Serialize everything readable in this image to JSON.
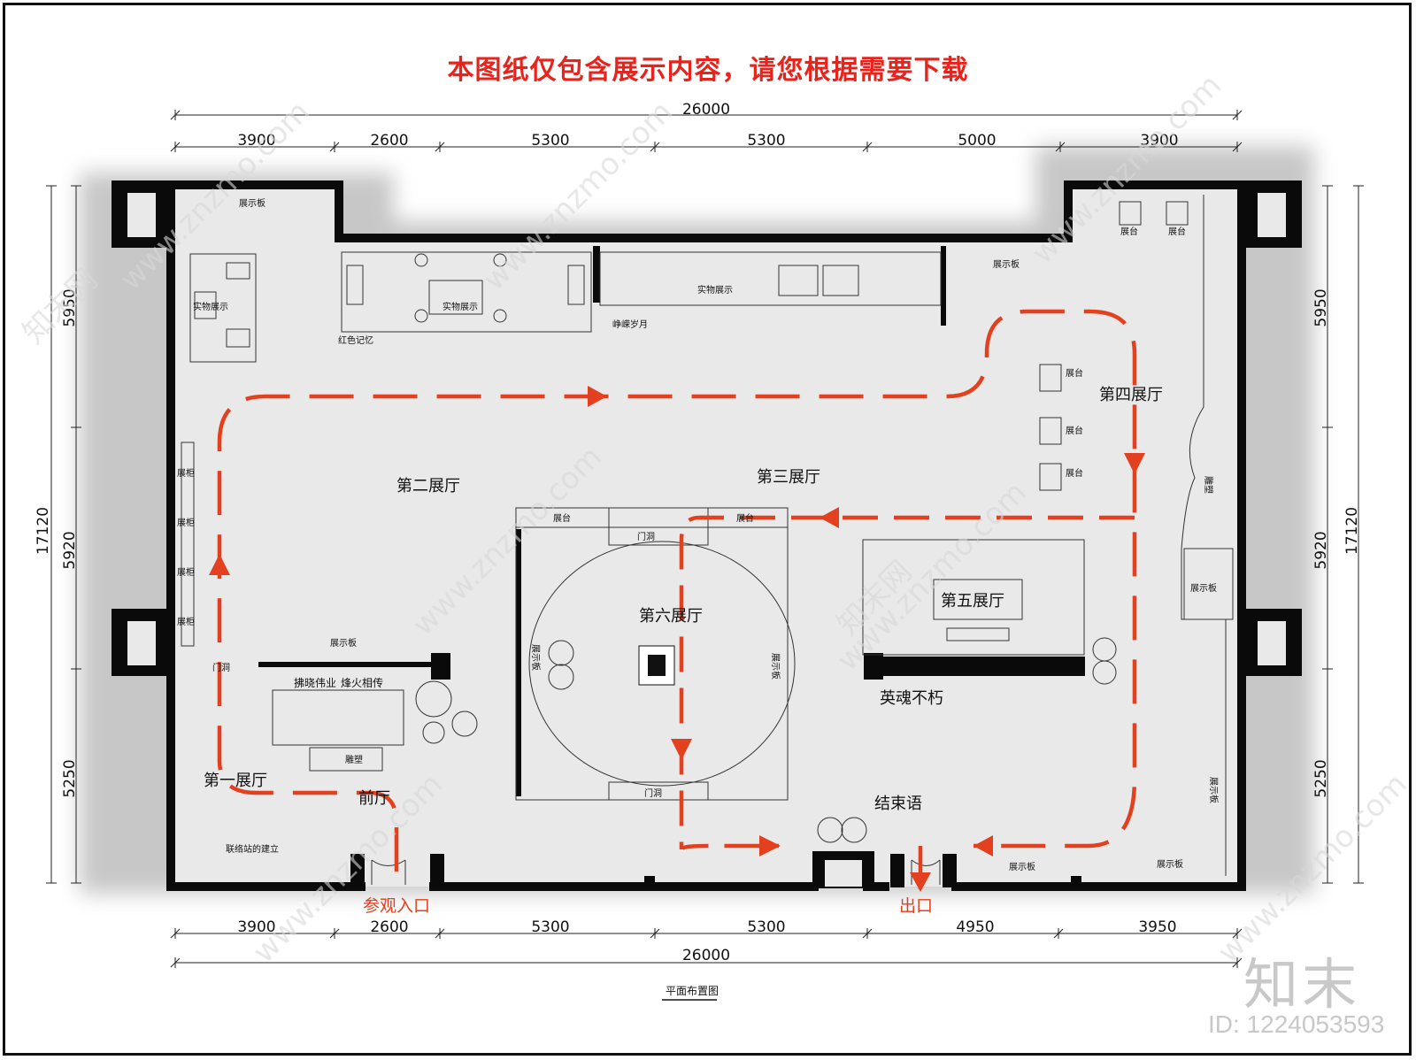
{
  "banner": "本图纸仅包含展示内容，请您根据需要下载",
  "watermark": {
    "site": "www.znzmo.com",
    "cn": "知末网",
    "brand": "知末",
    "id": "ID: 1224053593"
  },
  "colors": {
    "route": "#e2401e",
    "wall": "#0a0a0a",
    "floor": "#e9e9e9",
    "banner": "#e8231c"
  },
  "dimensions": {
    "top_total": "26000",
    "top": [
      "3900",
      "2600",
      "5300",
      "5300",
      "5000",
      "3900"
    ],
    "bottom": [
      "3900",
      "2600",
      "5300",
      "5300",
      "4950",
      "3950"
    ],
    "bottom_total": "26000",
    "left": [
      "5950",
      "5920",
      "5250"
    ],
    "left_total": "17120",
    "right": [
      "5950",
      "5920",
      "5250"
    ],
    "right_total": "17120"
  },
  "halls": {
    "hall1": "第一展厅",
    "hall2": "第二展厅",
    "hall3": "第三展厅",
    "hall4": "第四展厅",
    "hall5": "第五展厅",
    "hall6": "第六展厅",
    "lobby": "前厅",
    "ending": "结束语"
  },
  "zones": {
    "red_memory": "红色记忆",
    "years": "峥嵘岁月",
    "heroes": "英魂不朽",
    "liaison": "联络站的建立",
    "dawn": "拂晓伟业",
    "beacon": "烽火相传"
  },
  "labels": {
    "display_board": "展示板",
    "display_board_v": "展示板",
    "physical": "实物展示",
    "stand": "展台",
    "cabinet": "展柜",
    "doorway": "门洞",
    "sculpture": "雕塑"
  },
  "entrance": "参观入口",
  "exit": "出口",
  "caption": "平面布置图"
}
